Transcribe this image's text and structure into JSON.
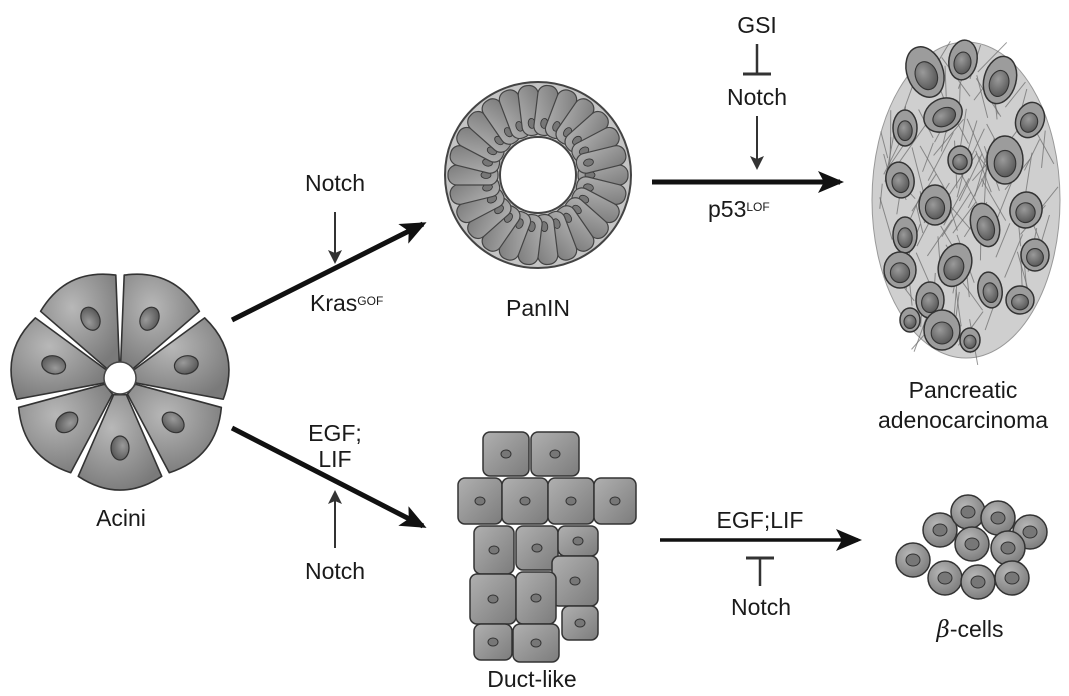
{
  "nodes": {
    "acini": "Acini",
    "panin": "PanIN",
    "pdac": "Pancreatic adenocarcinoma",
    "pdac_line1": "Pancreatic",
    "pdac_line2": "adenocarcinoma",
    "duct_like": "Duct-like",
    "beta_symbol": "β",
    "beta_text": "-cells"
  },
  "factors": {
    "notch_top_left": "Notch",
    "kras": "Kras",
    "kras_sup": "GOF",
    "gsi": "GSI",
    "notch_top_right": "Notch",
    "p53": "p53",
    "p53_sup": "LOF",
    "egf_lif_line1": "EGF;",
    "egf_lif_line2": "LIF",
    "notch_bottom_left": "Notch",
    "egf_lif_right": "EGF;LIF",
    "notch_bottom_right": "Notch"
  },
  "colors": {
    "cell_fill": "#8c8c8c",
    "cell_light": "#b4b4b4",
    "nucleus": "#6e6e6e",
    "arrow": "#111111",
    "stroma": "#9a9a9a"
  }
}
